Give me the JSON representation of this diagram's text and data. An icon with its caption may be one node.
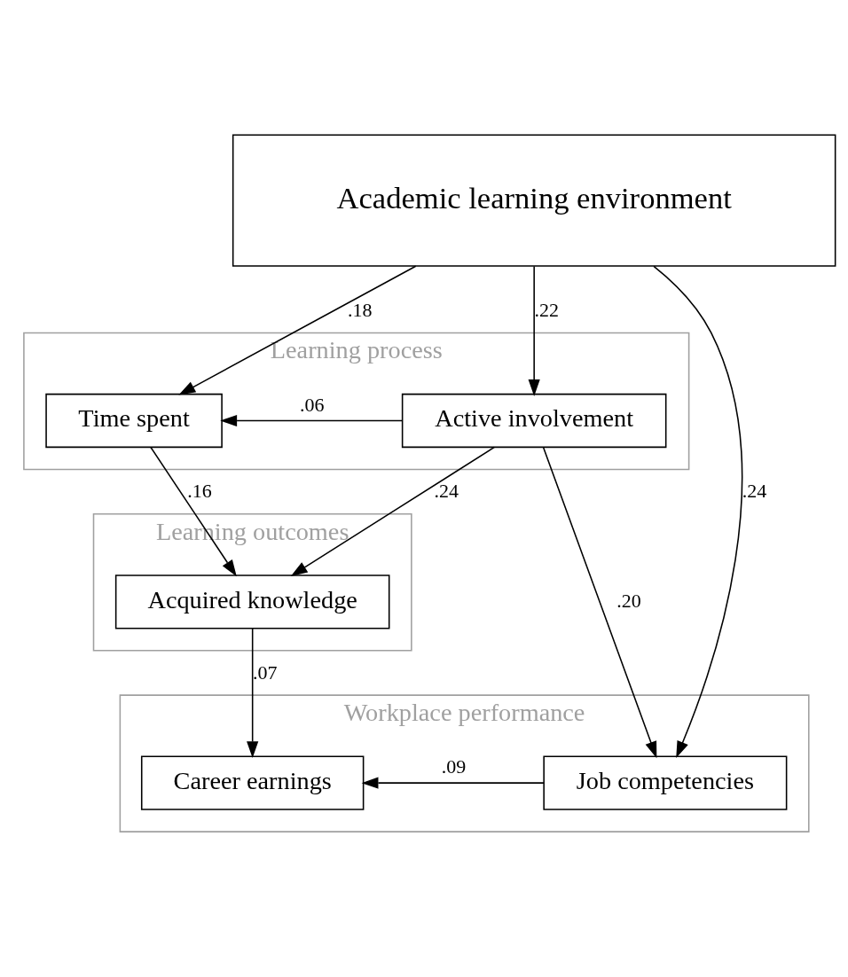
{
  "diagram": {
    "nodes": [
      {
        "text": [
          "Academic learning environment"
        ]
      },
      {
        "text": [
          "Learning process"
        ]
      },
      {
        "text": [
          "Time spent"
        ],
        "in": 1
      },
      {
        "text": [
          "Active involvement"
        ],
        "in": 1
      },
      {
        "text": [
          "Learning outcomes"
        ]
      },
      {
        "text": [
          "Acquired knowledge"
        ],
        "in": 4
      },
      {
        "text": [
          "Workplace performance"
        ]
      },
      {
        "text": [
          "Career earnings"
        ],
        "in": 6
      },
      {
        "text": [
          "Job competencies"
        ],
        "in": 6
      }
    ],
    "edges": [
      {
        "from": 0,
        "to": 2,
        "arrow": "to",
        "label": ".18"
      },
      {
        "from": 0,
        "to": 3,
        "arrow": "to",
        "label": ".22"
      },
      {
        "from": 3,
        "to": 2,
        "arrow": "to",
        "label": ".06"
      },
      {
        "from": 2,
        "to": 5,
        "arrow": "to",
        "label": ".16"
      },
      {
        "from": 3,
        "to": 5,
        "arrow": "to",
        "label": ".24"
      },
      {
        "from": 3,
        "to": 8,
        "arrow": "to",
        "label": ".20"
      },
      {
        "from": 5,
        "to": 7,
        "arrow": "to",
        "label": ".07"
      },
      {
        "from": 8,
        "to": 7,
        "arrow": "to",
        "label": ".09"
      },
      {
        "from": 0,
        "to": 8,
        "arrow": "to",
        "label": ".24"
      }
    ]
  }
}
